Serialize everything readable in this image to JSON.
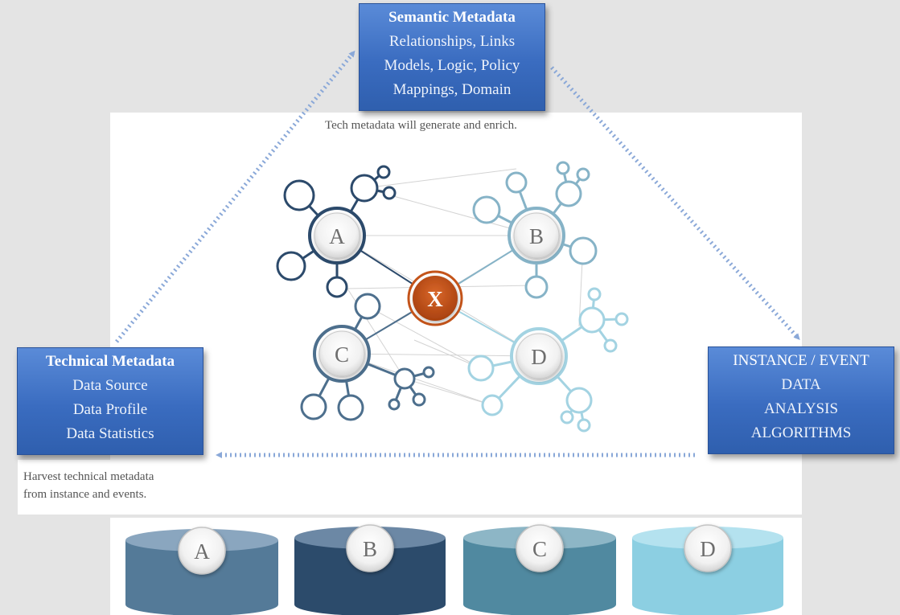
{
  "semantic_box": {
    "title": "Semantic Metadata",
    "lines": [
      "Relationships, Links",
      "Models, Logic, Policy",
      "Mappings, Domain"
    ]
  },
  "technical_box": {
    "title": "Technical Metadata",
    "lines": [
      "Data Source",
      "Data Profile",
      "Data Statistics"
    ]
  },
  "instance_box": {
    "title": "INSTANCE / EVENT",
    "lines": [
      "DATA",
      "ANALYSIS",
      "ALGORITHMS"
    ]
  },
  "notes": {
    "generate": "Tech metadata will generate and enrich.",
    "harvest_line1": "Harvest technical metadata",
    "harvest_line2": "from instance and events."
  },
  "graph": {
    "hubs": [
      {
        "label": "A",
        "color": "#2c4a6b"
      },
      {
        "label": "B",
        "color": "#86b3c7"
      },
      {
        "label": "C",
        "color": "#4d6f8d"
      },
      {
        "label": "D",
        "color": "#a3d3e2"
      }
    ],
    "center": {
      "label": "X",
      "color": "#c4541a"
    }
  },
  "databases": [
    {
      "label": "A",
      "color": "#547a98"
    },
    {
      "label": "B",
      "color": "#2c4b6b"
    },
    {
      "label": "C",
      "color": "#5089a0"
    },
    {
      "label": "D",
      "color": "#8ccfe2"
    }
  ],
  "colors": {
    "box_blue": "#3a6cc0",
    "arrow": "#8aa8d8"
  }
}
